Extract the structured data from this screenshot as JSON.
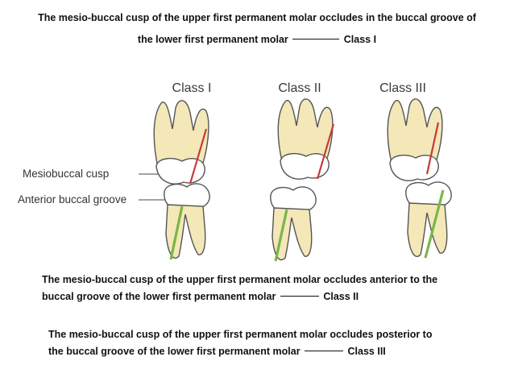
{
  "captions": {
    "class1_line1": "The mesio-buccal cusp of the upper first permanent molar occludes in the buccal groove of",
    "class1_line2": "the lower first permanent molar",
    "class1_label": "Class I",
    "class2_line1": "The mesio-buccal cusp of the upper first permanent molar occludes anterior to the",
    "class2_line2": "buccal groove of the lower first permanent molar",
    "class2_label": "Class II",
    "class3_line1": "The mesio-buccal cusp of the upper first permanent molar occludes posterior to",
    "class3_line2": "the buccal groove of the lower first permanent molar",
    "class3_label": "Class III"
  },
  "figure": {
    "panel_titles": [
      "Class I",
      "Class II",
      "Class III"
    ],
    "label_cusp": "Mesiobuccal cusp",
    "label_groove": "Anterior buccal groove",
    "colors": {
      "upper_line": "#c43a3a",
      "lower_line": "#7ab648",
      "enamel": "#ffffff",
      "root": "#f4e7b8",
      "outline": "#555555"
    }
  }
}
